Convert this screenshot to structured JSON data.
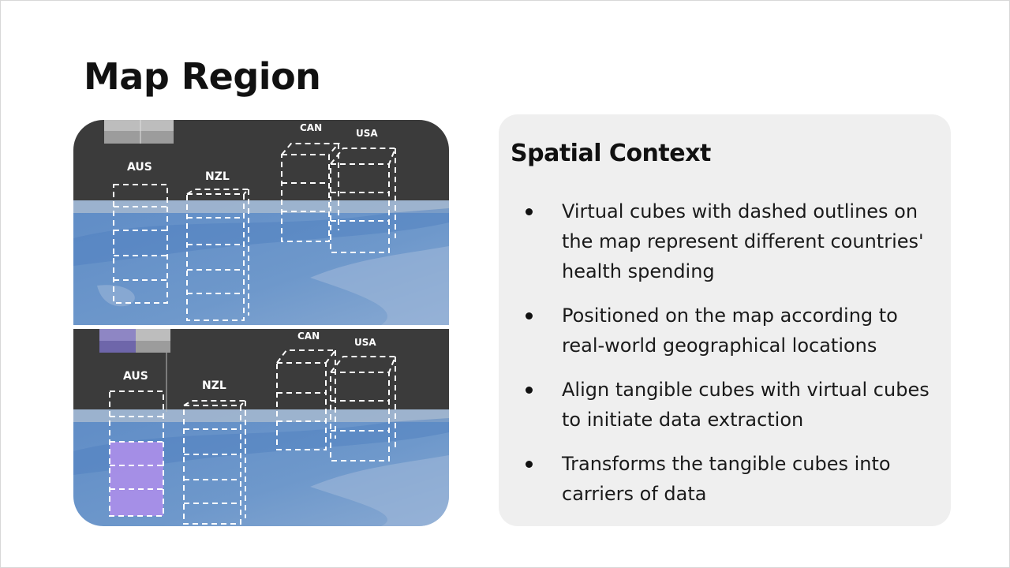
{
  "slide": {
    "title": "Map Region"
  },
  "map": {
    "top_view": {
      "labels": {
        "aus": "AUS",
        "nzl": "NZL",
        "can": "CAN",
        "usa": "USA"
      }
    },
    "bottom_view": {
      "labels": {
        "aus": "AUS",
        "nzl": "NZL",
        "can": "CAN",
        "usa": "USA"
      }
    },
    "colors": {
      "dark_background": "#3a3a3a",
      "map_blue": "#6b93c4",
      "highlight_purple": "#a98ee8",
      "dashed_outline": "#ffffff"
    }
  },
  "info": {
    "title": "Spatial Context",
    "bullets": [
      "Virtual cubes with dashed outlines on the map represent different countries' health spending",
      "Positioned on the map according to real-world geographical locations",
      "Align tangible cubes with virtual cubes to initiate data extraction",
      "Transforms the tangible cubes into carriers of data"
    ]
  }
}
